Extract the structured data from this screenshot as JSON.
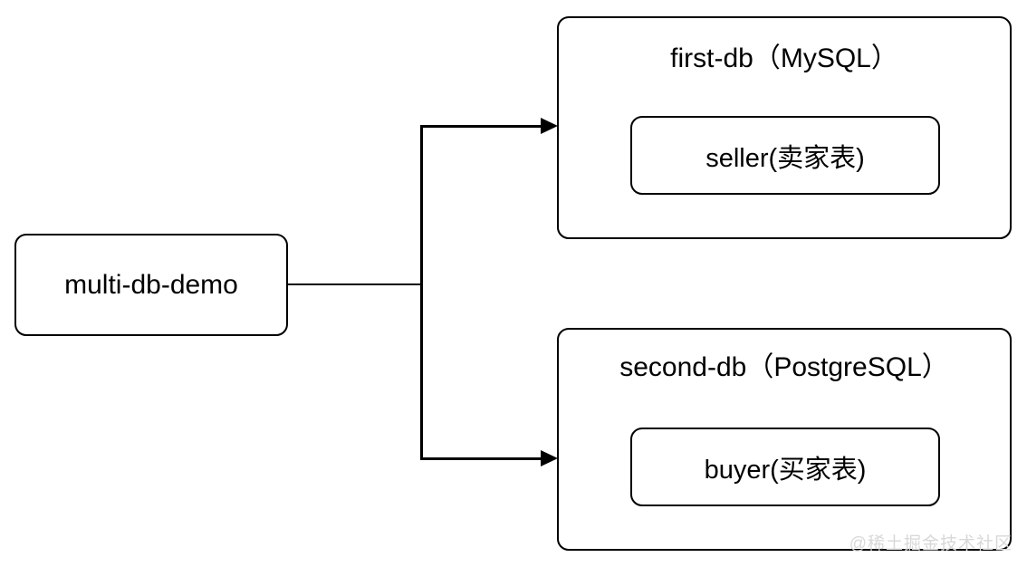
{
  "diagram": {
    "type": "architecture-tree",
    "root": {
      "label": "multi-db-demo"
    },
    "databases": [
      {
        "id": "first-db",
        "title": "first-db（MySQL）",
        "engine": "MySQL",
        "tables": [
          {
            "id": "seller",
            "label": "seller(卖家表)"
          }
        ]
      },
      {
        "id": "second-db",
        "title": "second-db（PostgreSQL）",
        "engine": "PostgreSQL",
        "tables": [
          {
            "id": "buyer",
            "label": "buyer(买家表)"
          }
        ]
      }
    ],
    "edges": [
      {
        "from": "multi-db-demo",
        "to": "first-db",
        "style": "orthogonal-arrow"
      },
      {
        "from": "multi-db-demo",
        "to": "second-db",
        "style": "orthogonal-arrow"
      }
    ],
    "colors": {
      "stroke": "#000000",
      "fill": "#ffffff",
      "text": "#000000",
      "watermark": "#d8d8d8"
    }
  },
  "watermark": {
    "text": "@稀土掘金技术社区"
  }
}
